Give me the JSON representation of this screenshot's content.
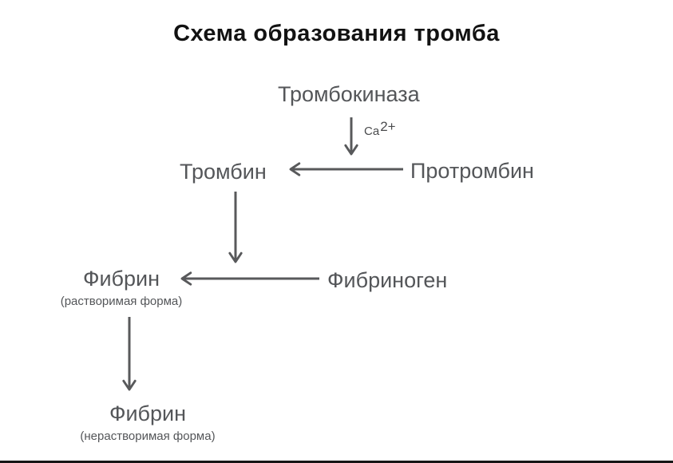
{
  "title": "Схема образования тромба",
  "nodes": {
    "thrombokinase": "Тромбокиназа",
    "ca_label": "Ca",
    "ca_sup": "2+",
    "thrombin": "Тромбин",
    "prothrombin": "Протромбин",
    "fibrin_soluble": "Фибрин",
    "fibrin_soluble_note": "(растворимая форма)",
    "fibrinogen": "Фибриноген",
    "fibrin_insoluble": "Фибрин",
    "fibrin_insoluble_note": "(нерастворимая форма)"
  },
  "edges": [
    {
      "from": "Тромбокиназа",
      "to": "Тромбин",
      "label": "Ca2+"
    },
    {
      "from": "Протромбин",
      "to": "Тромбин",
      "label": ""
    },
    {
      "from": "Тромбин",
      "to": "Фибрин (растворимая форма)",
      "label": ""
    },
    {
      "from": "Фибриноген",
      "to": "Фибрин (растворимая форма)",
      "label": ""
    },
    {
      "from": "Фибрин (растворимая форма)",
      "to": "Фибрин (нерастворимая форма)",
      "label": ""
    }
  ],
  "colors": {
    "background": "#ffffff",
    "title_text": "#121212",
    "node_text": "#545659",
    "arrow": "#58595b"
  }
}
